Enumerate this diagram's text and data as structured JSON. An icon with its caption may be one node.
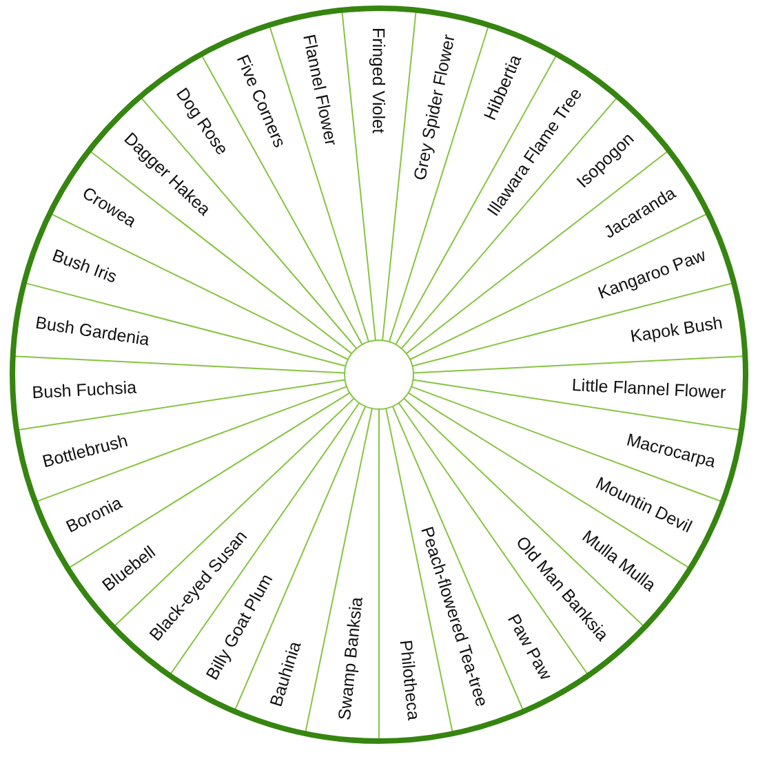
{
  "diagram": {
    "nodes": [
      {
        "text": [
          "Fringed Violet"
        ]
      },
      {
        "text": [
          "Grey Spider Flower"
        ]
      },
      {
        "text": [
          "Hibbertia"
        ]
      },
      {
        "text": [
          "Illawara Flame Tree"
        ]
      },
      {
        "text": [
          "Isopogon"
        ]
      },
      {
        "text": [
          "Jacaranda"
        ]
      },
      {
        "text": [
          "Kangaroo Paw"
        ]
      },
      {
        "text": [
          "Kapok Bush"
        ]
      },
      {
        "text": [
          "Little Flannel Flower"
        ]
      },
      {
        "text": [
          "Macrocarpa"
        ]
      },
      {
        "text": [
          "Mountin Devil"
        ]
      },
      {
        "text": [
          "Mulla Mulla"
        ]
      },
      {
        "text": [
          "Old Man Banksia"
        ]
      },
      {
        "text": [
          "Paw Paw"
        ]
      },
      {
        "text": [
          "Peach-flowered Tea-tree"
        ]
      },
      {
        "text": [
          "Philotheca"
        ]
      },
      {
        "text": [
          "Swamp Banksia"
        ]
      },
      {
        "text": [
          "Bauhinia"
        ]
      },
      {
        "text": [
          "Billy Goat Plum"
        ]
      },
      {
        "text": [
          "Black-eyed Susan"
        ]
      },
      {
        "text": [
          "Bluebell"
        ]
      },
      {
        "text": [
          "Boronia"
        ]
      },
      {
        "text": [
          "Bottlebrush"
        ]
      },
      {
        "text": [
          "Bush Fuchsia"
        ]
      },
      {
        "text": [
          "Bush Gardenia"
        ]
      },
      {
        "text": [
          "Bush Iris"
        ]
      },
      {
        "text": [
          "Crowea"
        ]
      },
      {
        "text": [
          "Dagger Hakea"
        ]
      },
      {
        "text": [
          "Dog Rose"
        ]
      },
      {
        "text": [
          "Five Corners"
        ]
      },
      {
        "text": [
          "Flannel Flower"
        ]
      }
    ]
  }
}
